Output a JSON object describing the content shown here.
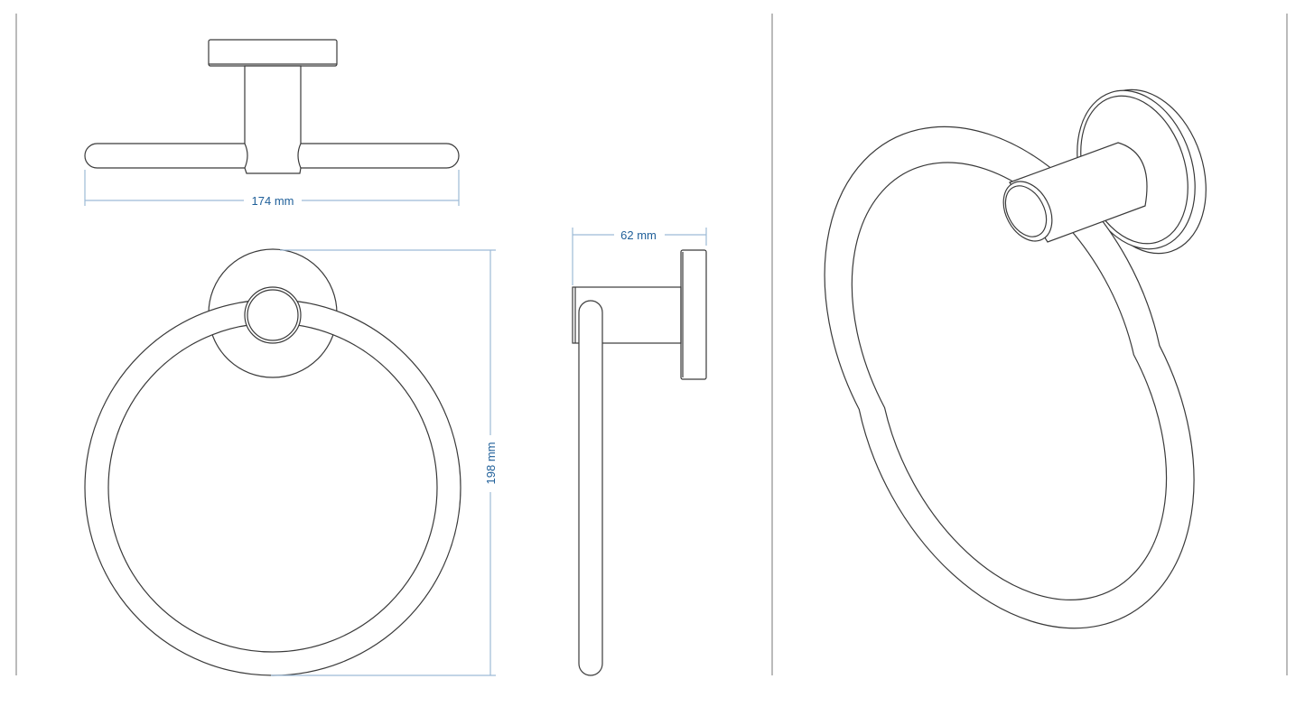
{
  "dimensions": {
    "width_label": "174 mm",
    "height_label": "198 mm",
    "depth_label": "62 mm"
  },
  "colors": {
    "line": "#3a3a3a",
    "dimension_line": "#9dbad6",
    "dimension_text": "#1f5f99"
  }
}
